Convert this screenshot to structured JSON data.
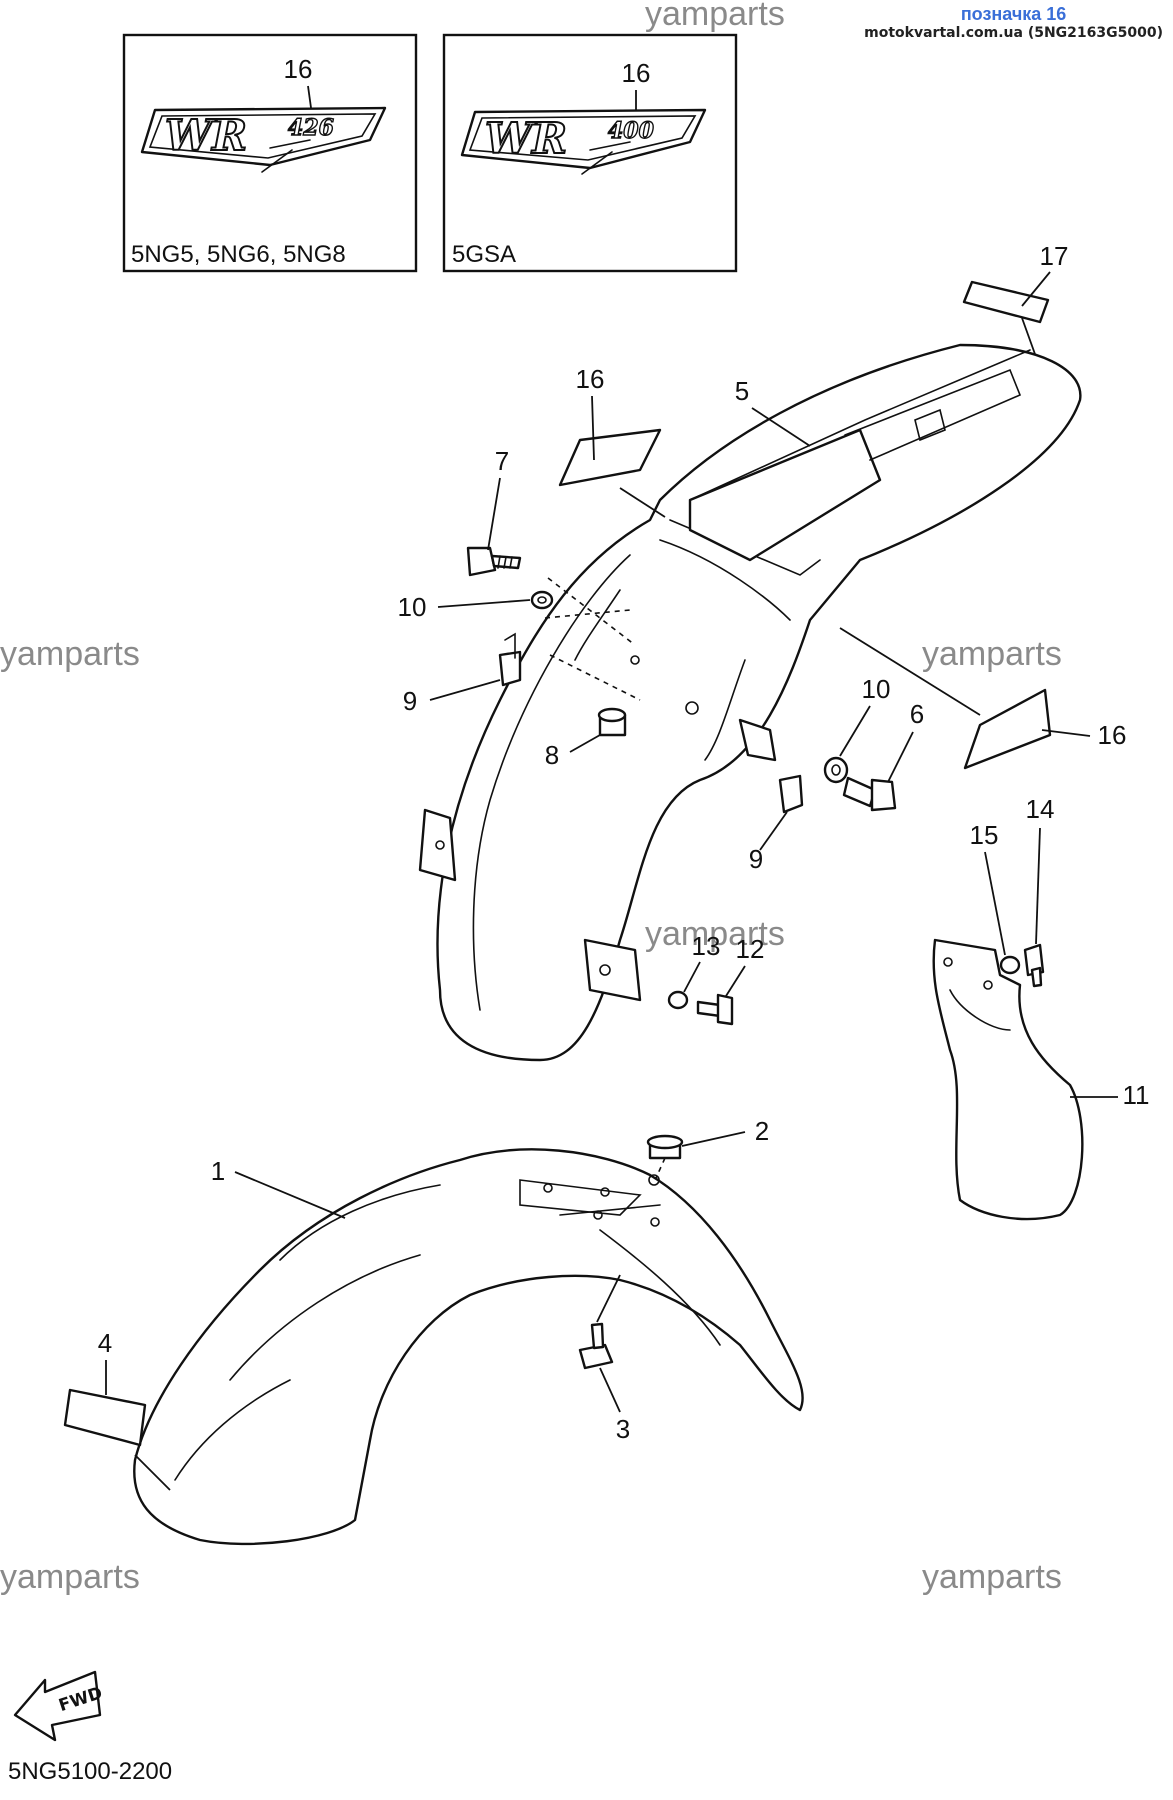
{
  "header": {
    "title": "позначка 16",
    "subtitle": "motokvartal.com.ua (5NG2163G5000)"
  },
  "watermark": "yamparts",
  "inset_boxes": [
    {
      "part_no": "16",
      "decal_text": "WR",
      "decal_number": "426",
      "caption": "5NG5, 5NG6, 5NG8"
    },
    {
      "part_no": "16",
      "decal_text": "WR",
      "decal_number": "400",
      "caption": "5GSA"
    }
  ],
  "callouts": {
    "c1": "1",
    "c2": "2",
    "c3": "3",
    "c4": "4",
    "c5": "5",
    "c6": "6",
    "c7": "7",
    "c8": "8",
    "c9a": "9",
    "c9b": "9",
    "c10a": "10",
    "c10b": "10",
    "c11": "11",
    "c12": "12",
    "c13": "13",
    "c14": "14",
    "c15": "15",
    "c16a": "16",
    "c16b": "16",
    "c17": "17"
  },
  "fwd_label": "FWD",
  "diagram_code": "5NG5100-2200"
}
